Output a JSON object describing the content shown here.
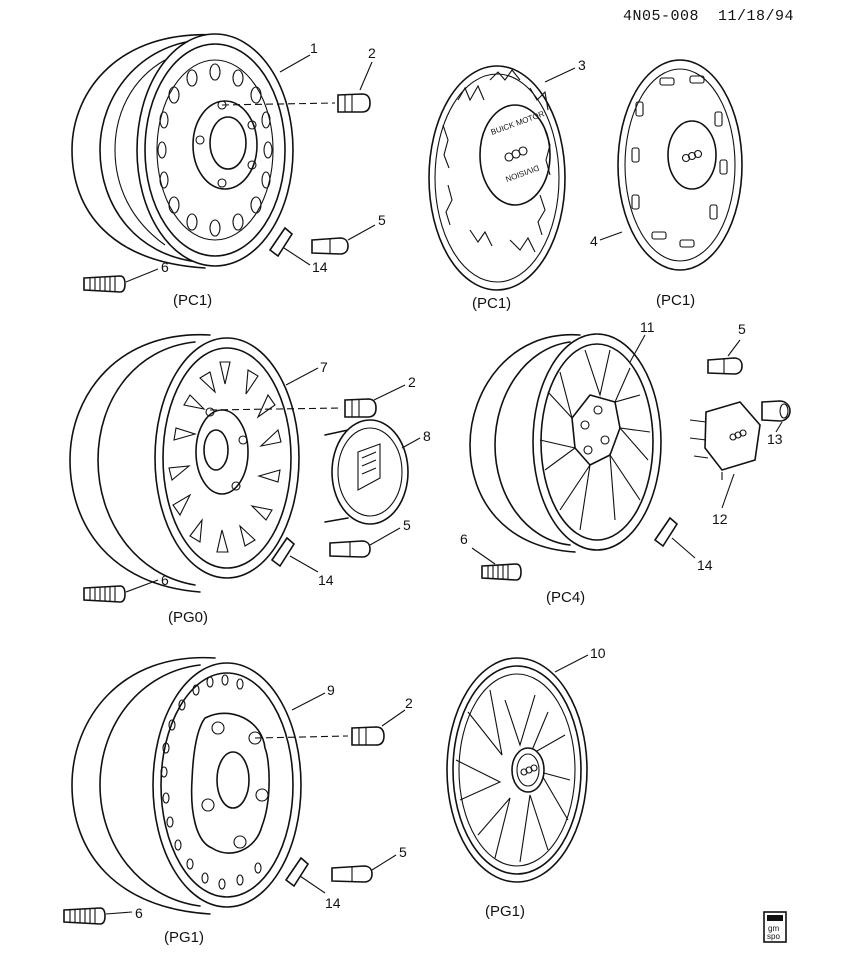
{
  "header": {
    "doc_id": "4N05-008",
    "date": "11/18/94"
  },
  "parts": {
    "p1": "1",
    "p2a": "2",
    "p2b": "2",
    "p2c": "2",
    "p3": "3",
    "p4": "4",
    "p5a": "5",
    "p5b": "5",
    "p5c": "5",
    "p5d": "5",
    "p6a": "6",
    "p6b": "6",
    "p6c": "6",
    "p6d": "6",
    "p7": "7",
    "p8": "8",
    "p9": "9",
    "p10": "10",
    "p11": "11",
    "p12": "12",
    "p13": "13",
    "p14a": "14",
    "p14b": "14",
    "p14c": "14",
    "p14d": "14"
  },
  "captions": {
    "c1": "(PC1)",
    "c2": "(PC1)",
    "c3": "(PC1)",
    "c4": "(PG0)",
    "c5": "(PC4)",
    "c6": "(PG1)",
    "c7": "(PG1)"
  },
  "cover_text": {
    "center_top": "BUICK MOTOR",
    "center_bottom": "DIVISION"
  },
  "logo": {
    "line1": "gm",
    "line2": "spo"
  }
}
